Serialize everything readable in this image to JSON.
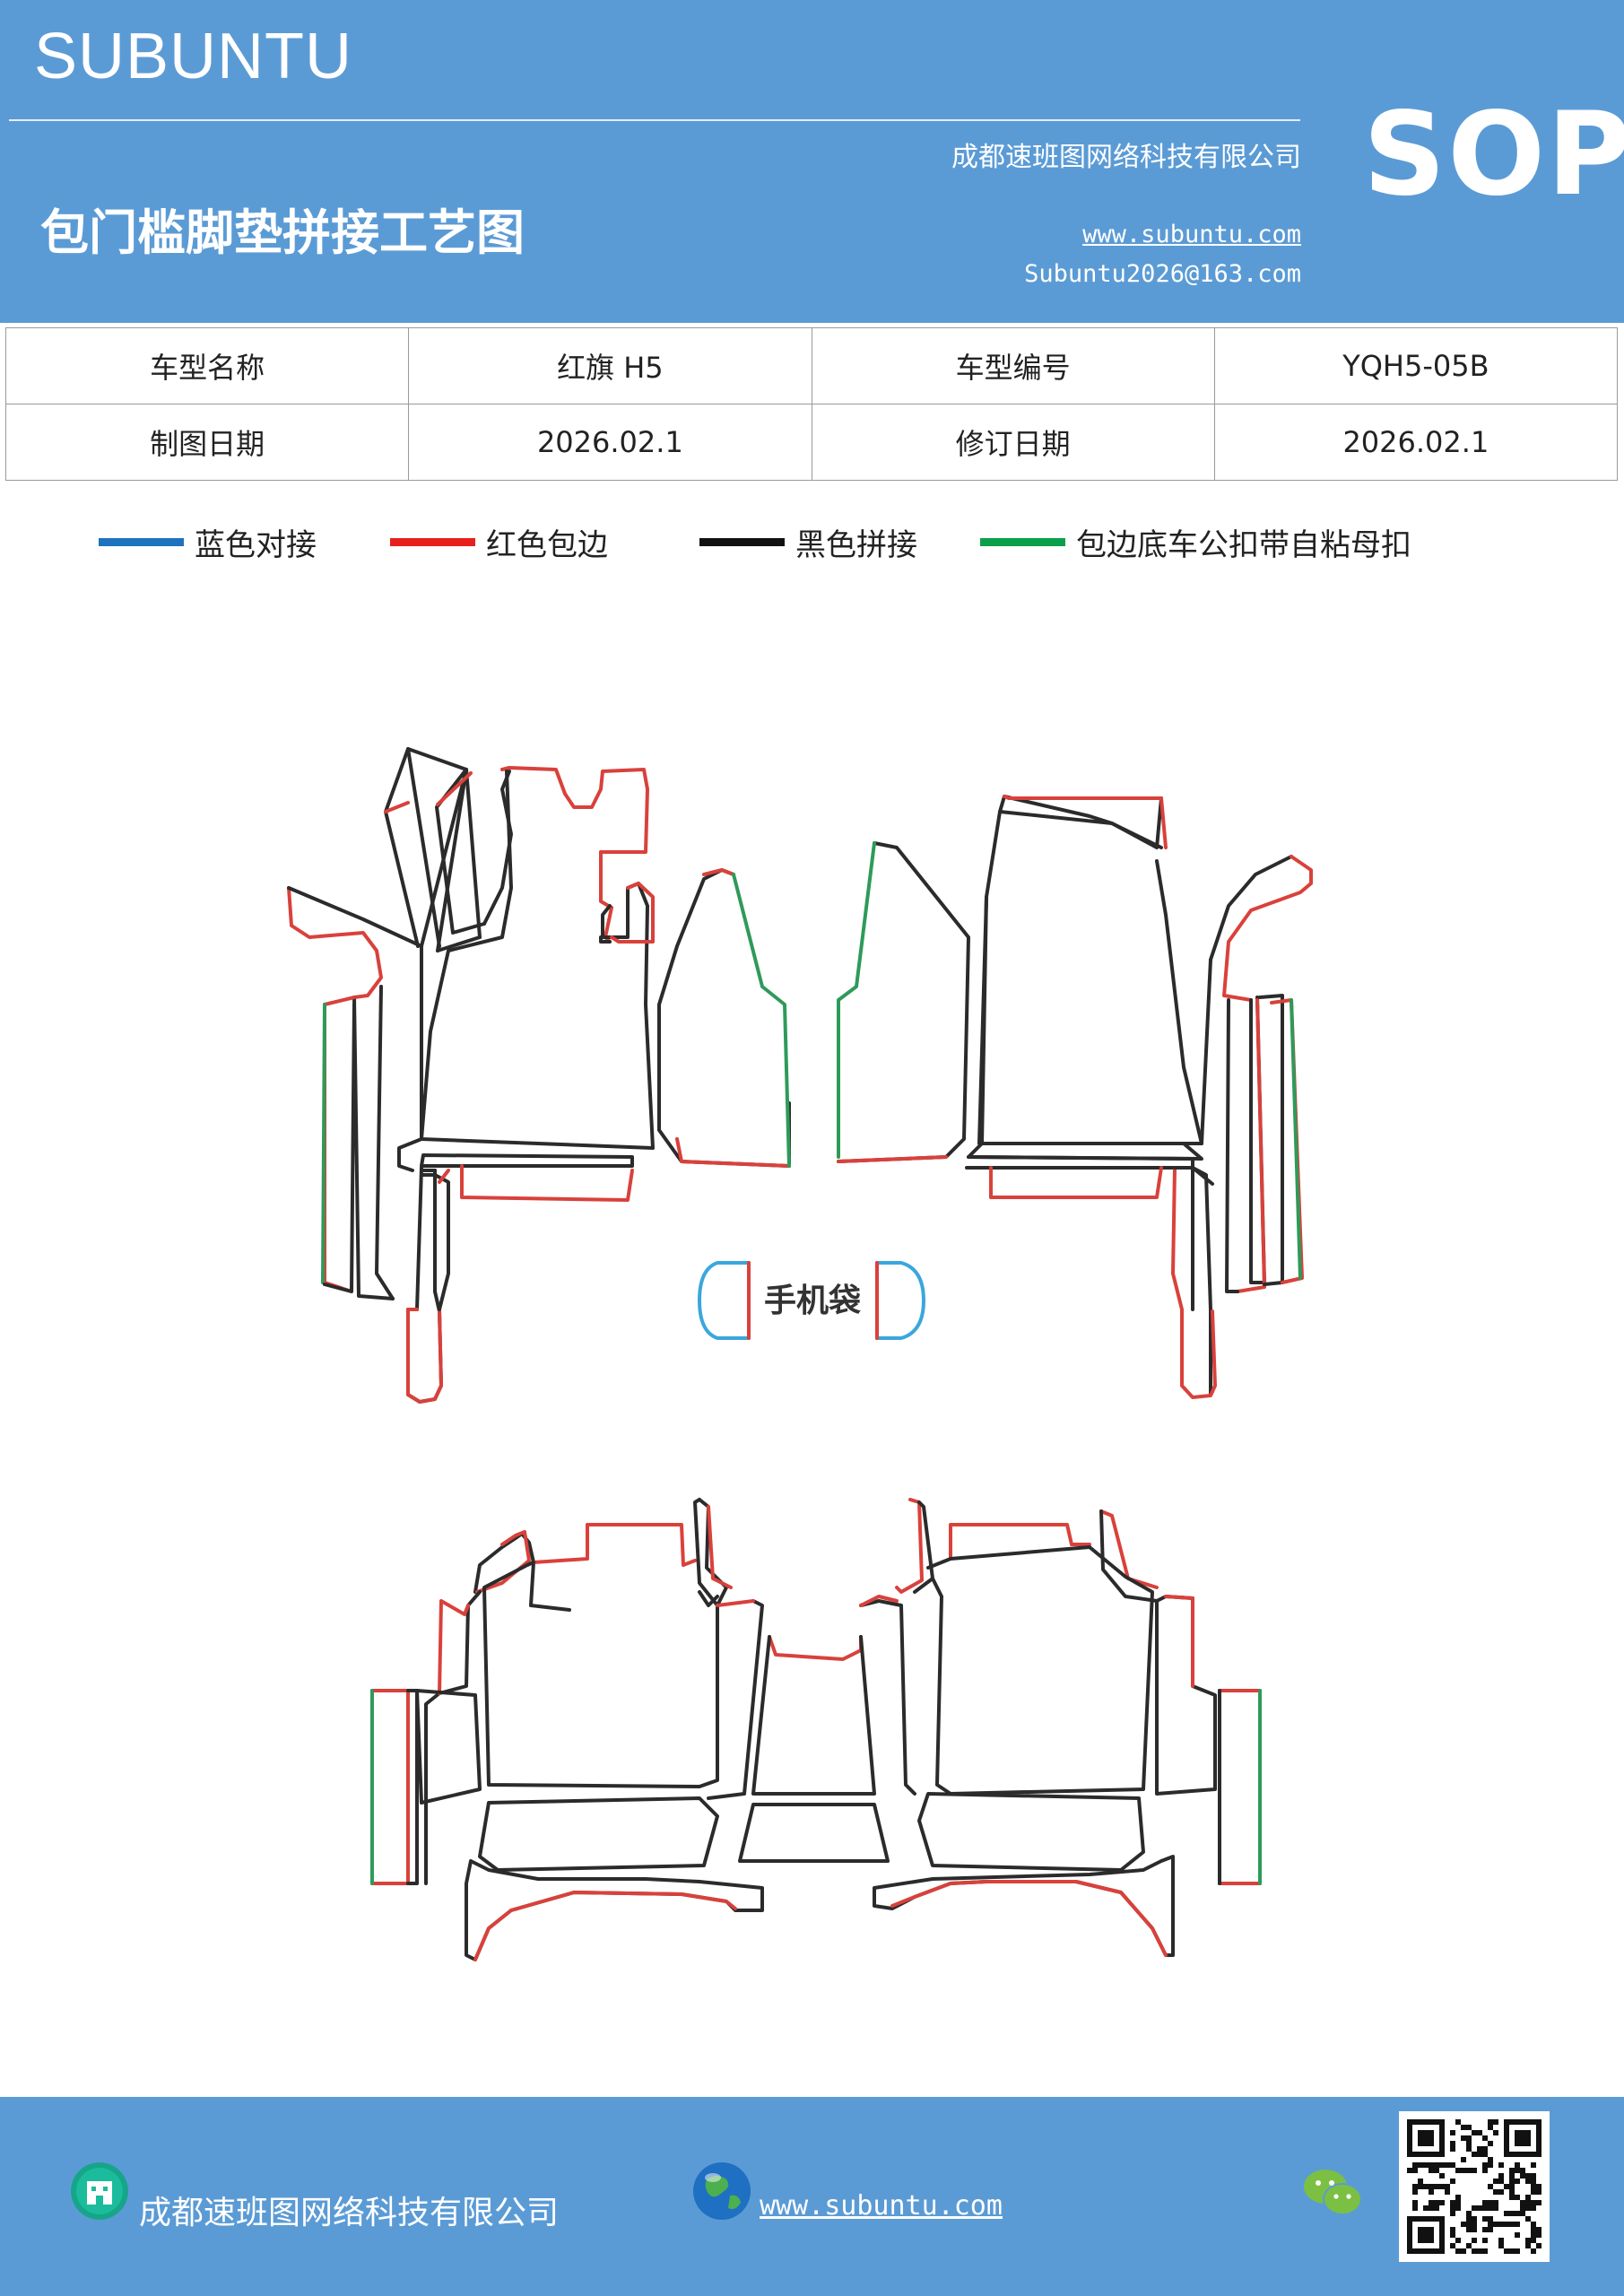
{
  "header": {
    "brand": "SUBUNTU",
    "company": "成都速班图网络科技有限公司",
    "title": "包门槛脚垫拼接工艺图",
    "website": "www.subuntu.com",
    "email": "Subuntu2026@163.com",
    "badge": "SOP"
  },
  "info_table": {
    "rows": [
      [
        "车型名称",
        "红旗 H5",
        "车型编号",
        "YQH5-05B"
      ],
      [
        "制图日期",
        "2026.02.1",
        "修订日期",
        "2026.02.1"
      ]
    ]
  },
  "legend": [
    {
      "label": "蓝色对接",
      "color": "#1e73be"
    },
    {
      "label": "红色包边",
      "color": "#e8201d"
    },
    {
      "label": "黑色拼接",
      "color": "#111111"
    },
    {
      "label": "包边底车公扣带自粘母扣",
      "color": "#0aa04a"
    }
  ],
  "diagram": {
    "phone_pocket_label": "手机袋",
    "colors": {
      "outline": "#2b2b2b",
      "red": "#d9413b",
      "green": "#2e9a5a",
      "blue": "#3aa7dc"
    }
  },
  "footer": {
    "company": "成都速班图网络科技有限公司",
    "website": "www.subuntu.com",
    "icons": [
      "building-icon",
      "globe-icon",
      "wechat-icon",
      "qr-code"
    ]
  }
}
